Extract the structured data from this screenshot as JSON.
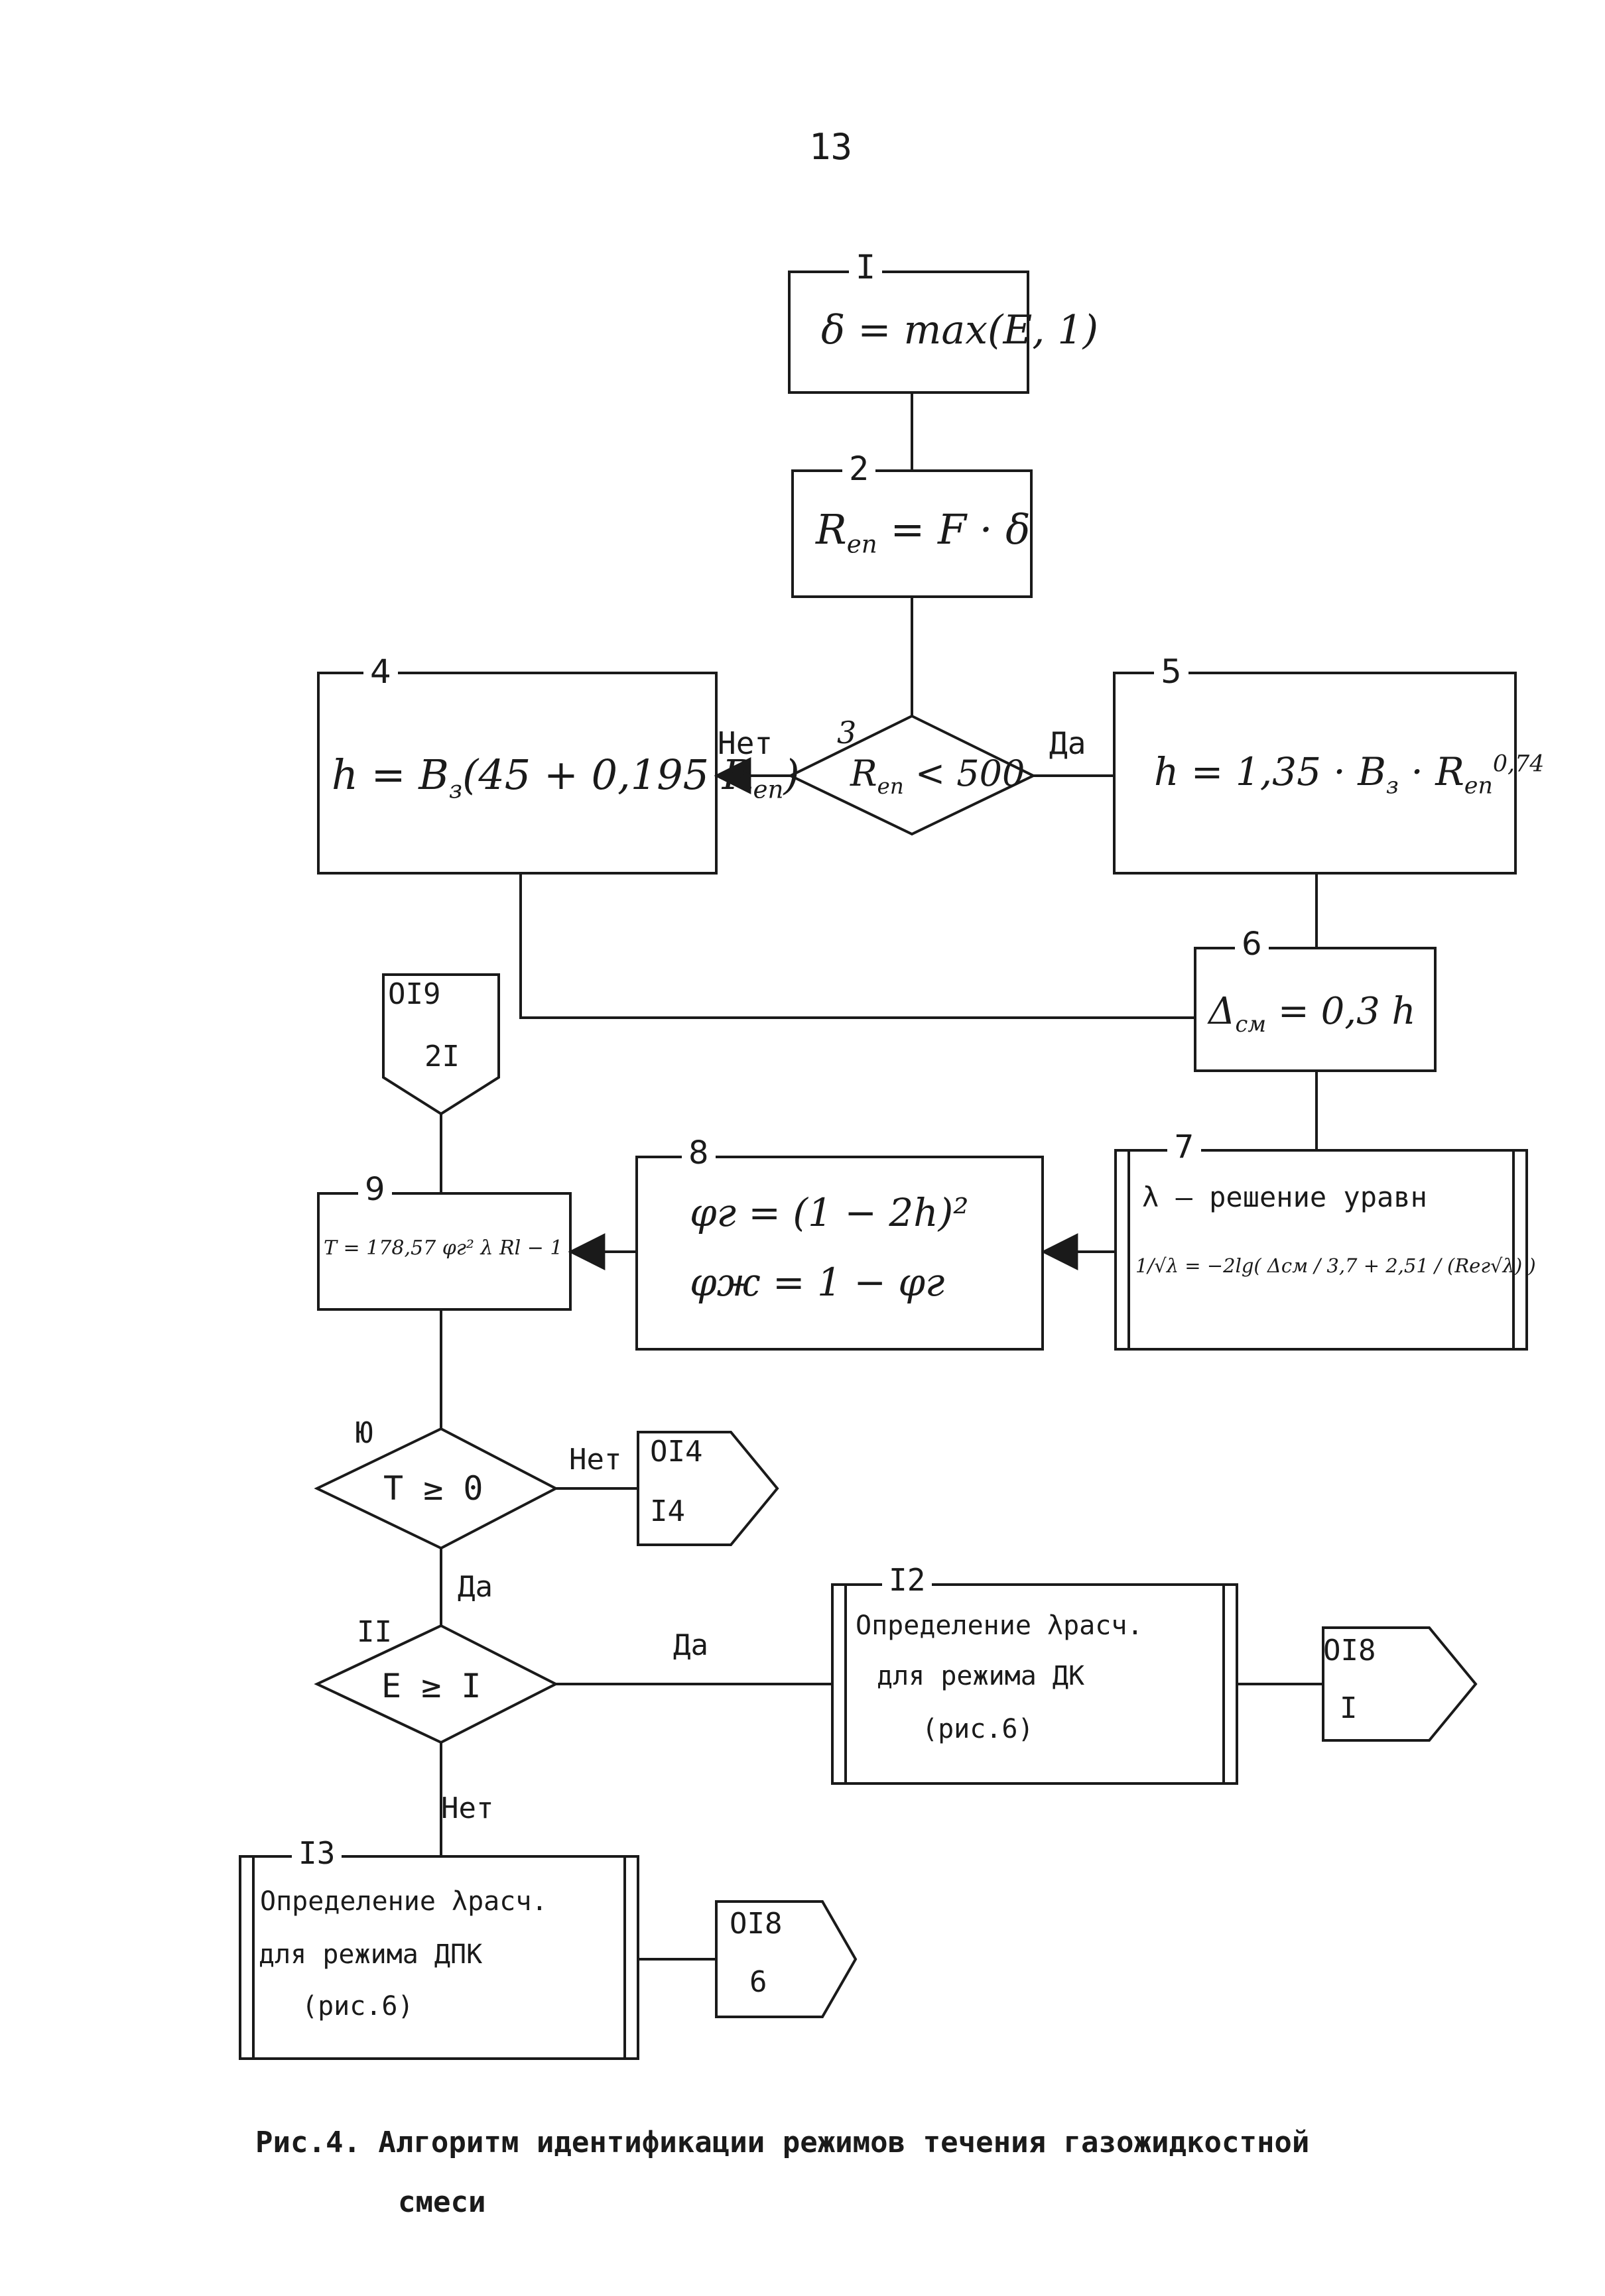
{
  "page_number": "13",
  "caption": {
    "line1": "Рис.4. Алгоритм идентификации режимов течения газожидкостной",
    "line2": "смеси"
  },
  "blocks": {
    "b1": {
      "num": "I",
      "formula": "δ = max(E, 1)"
    },
    "b2": {
      "num": "2",
      "formula_main": "R",
      "formula_sub": "en",
      "formula_rest": " = F · δ"
    },
    "b3": {
      "num": "3",
      "cond_main": "R",
      "cond_sub": "en",
      "cond_rest": " < 500"
    },
    "b4": {
      "num": "4",
      "formula_pre": "h = B",
      "formula_pre_sub": "з",
      "formula_mid": "(45 + 0,195 R",
      "formula_sub": "en",
      "formula_end": ")"
    },
    "b5": {
      "num": "5",
      "formula_pre": "h = 1,35 · B",
      "formula_pre_sub": "з",
      "formula_mid": " · R",
      "formula_sub": "en",
      "formula_sup": "0,74"
    },
    "b6": {
      "num": "6",
      "formula_pre": "Δ",
      "formula_sub": "см",
      "formula_rest": " = 0,3 h"
    },
    "b7": {
      "num": "7",
      "line1": "λ – решение уравн",
      "line2": "1/√λ = −2lg( Δсм / 3,7 + 2,51 / (Reг√λ) )"
    },
    "b8": {
      "num": "8",
      "line1": "φг = (1 − 2h)²",
      "line2": "φж = 1 − φг"
    },
    "b9": {
      "num": "9",
      "formula": "T = 178,57 φг² λ Rl − 1"
    },
    "b10": {
      "num": "Ю",
      "cond": "T ≥ 0"
    },
    "b11": {
      "num": "II",
      "cond": "E ≥ I"
    },
    "b12": {
      "num": "I2",
      "line1": "Определение λрасч.",
      "line2": "для режима ДК",
      "line3": "(рис.6)"
    },
    "b13": {
      "num": "I3",
      "line1": "Определение λрасч.",
      "line2": "для режима ДПК",
      "line3": "(рис.6)"
    }
  },
  "connectors": {
    "c019": {
      "top": "OI9",
      "bottom": "2I"
    },
    "c014": {
      "top": "OI4",
      "bottom": "I4"
    },
    "c018a": {
      "top": "OI8",
      "bottom": "I"
    },
    "c018b": {
      "top": "OI8",
      "bottom": "6"
    }
  },
  "labels": {
    "b3_no": "Нет",
    "b3_yes": "Да",
    "b10_no": "Нет",
    "b10_yes": "Да",
    "b11_yes": "Да",
    "b11_no": "Нет"
  }
}
